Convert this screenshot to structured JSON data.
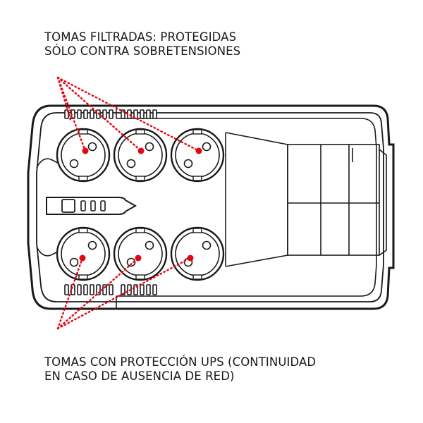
{
  "labels": {
    "filtered": {
      "line1": "TOMAS FILTRADAS: PROTEGIDAS",
      "line2": "SÓLO CONTRA SOBRETENSIONES"
    },
    "ups": {
      "line1": "TOMAS CON PROTECCIÓN UPS (CONTINUIDAD",
      "line2": "EN CASO DE AUSENCIA DE RED)"
    }
  },
  "colors": {
    "outline": "#1a1a1a",
    "body_fill": "#ffffff",
    "accent": "#e30613"
  },
  "icons": [
    "schuko-socket-icon",
    "power-switch-icon",
    "led-indicator-icon"
  ],
  "outlets": {
    "filtered_count": 3,
    "ups_count": 3
  }
}
